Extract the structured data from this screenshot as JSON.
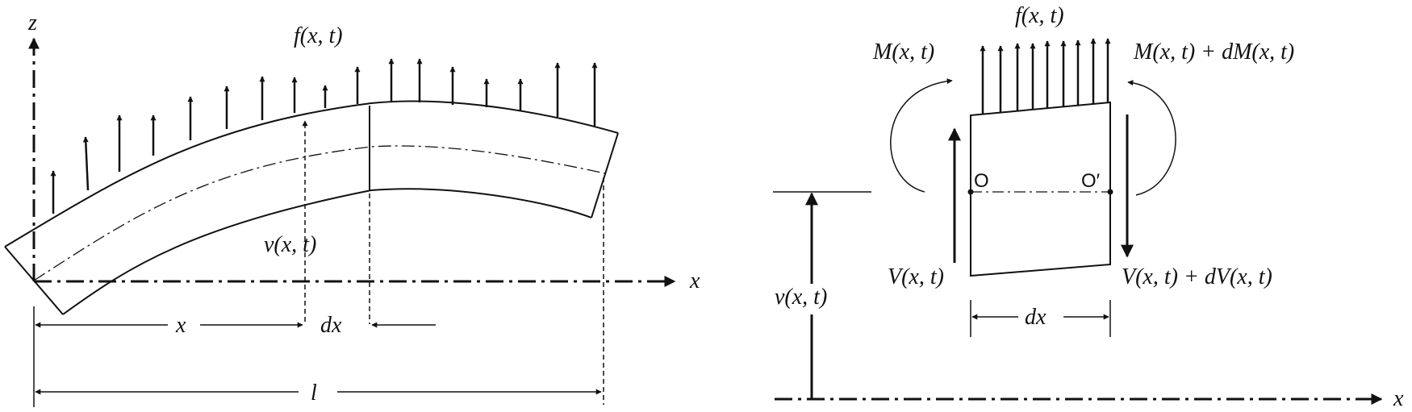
{
  "left_diagram": {
    "axis_z": "z",
    "axis_x": "x",
    "load": "f(x, t)",
    "deflection": "v(x, t)",
    "dim_x": "x",
    "dim_dx": "dx",
    "dim_l": "l"
  },
  "right_diagram": {
    "load": "f(x, t)",
    "moment_left": "M(x, t)",
    "moment_right": "M(x, t) + dM(x, t)",
    "shear_left": "V(x, t)",
    "shear_right": "V(x, t) + dV(x, t)",
    "point_o": "O",
    "point_o_prime": "O′",
    "deflection": "v(x, t)",
    "dim_dx": "dx",
    "axis_x": "x"
  },
  "colors": {
    "ink": "#111111",
    "background": "#ffffff"
  }
}
